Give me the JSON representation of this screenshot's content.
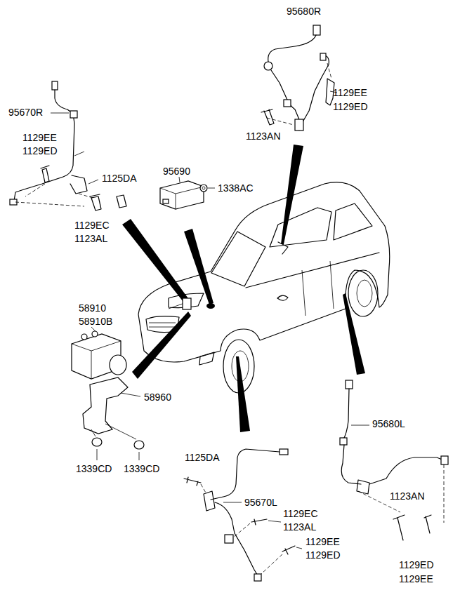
{
  "diagram": {
    "labels": [
      "95680R",
      "95670R",
      "1129EE",
      "1129ED",
      "1129EE",
      "1129ED",
      "1123AN",
      "1125DA",
      "95690",
      "1338AC",
      "1129EC",
      "1123AL",
      "58910",
      "58910B",
      "58960",
      "1339CD",
      "1339CD",
      "95680L",
      "1125DA",
      "95670L",
      "1129EC",
      "1123AL",
      "1129EE",
      "1129ED",
      "1123AN",
      "1129ED",
      "1129EE"
    ]
  }
}
